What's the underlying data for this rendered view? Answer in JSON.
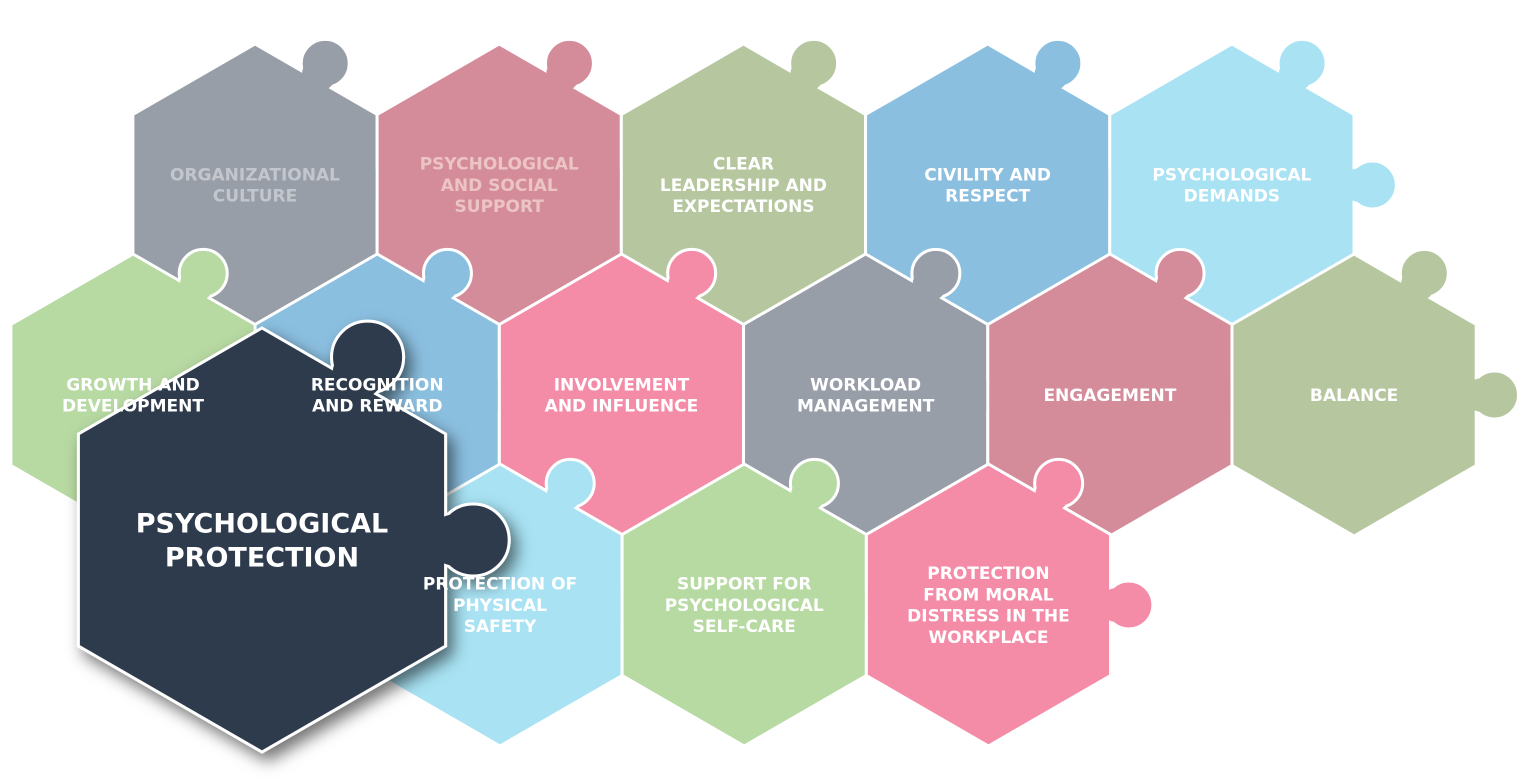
{
  "colors": {
    "gray": "#979ea8",
    "rose": "#d48c9b",
    "olive": "#b6c79f",
    "blue": "#8bbfe0",
    "cyan": "#a8e2f3",
    "green": "#b7d9a2",
    "pink": "#f48ca8",
    "dark": "#2e3b4e",
    "outline": "#ffffff"
  },
  "pieces": [
    {
      "id": "organizational-culture",
      "row": 0,
      "col": 0,
      "color": "gray",
      "text_color": "#c3c7cd",
      "lines": [
        "ORGANIZATIONAL",
        "CULTURE"
      ]
    },
    {
      "id": "psychological-and-social-support",
      "row": 0,
      "col": 1,
      "color": "rose",
      "text_color": "#ecc4c4",
      "lines": [
        "PSYCHOLOGICAL",
        "AND SOCIAL",
        "SUPPORT"
      ]
    },
    {
      "id": "clear-leadership-and-expectations",
      "row": 0,
      "col": 2,
      "color": "olive",
      "text_color": "#ffffff",
      "lines": [
        "CLEAR",
        "LEADERSHIP AND",
        "EXPECTATIONS"
      ]
    },
    {
      "id": "civility-and-respect",
      "row": 0,
      "col": 3,
      "color": "blue",
      "text_color": "#ffffff",
      "lines": [
        "CIVILITY AND",
        "RESPECT"
      ]
    },
    {
      "id": "psychological-demands",
      "row": 0,
      "col": 4,
      "color": "cyan",
      "text_color": "#ffffff",
      "lines": [
        "PSYCHOLOGICAL",
        "DEMANDS"
      ]
    },
    {
      "id": "growth-and-development",
      "row": 1,
      "col": 0,
      "color": "green",
      "text_color": "#ffffff",
      "lines": [
        "GROWTH AND",
        "DEVELOPMENT"
      ]
    },
    {
      "id": "recognition-and-reward",
      "row": 1,
      "col": 1,
      "color": "blue",
      "text_color": "#ffffff",
      "lines": [
        "RECOGNITION",
        "AND REWARD"
      ]
    },
    {
      "id": "involvement-and-influence",
      "row": 1,
      "col": 2,
      "color": "pink",
      "text_color": "#ffffff",
      "lines": [
        "INVOLVEMENT",
        "AND INFLUENCE"
      ]
    },
    {
      "id": "workload-management",
      "row": 1,
      "col": 3,
      "color": "gray",
      "text_color": "#ffffff",
      "lines": [
        "WORKLOAD",
        "MANAGEMENT"
      ]
    },
    {
      "id": "engagement",
      "row": 1,
      "col": 4,
      "color": "rose",
      "text_color": "#ffffff",
      "lines": [
        "ENGAGEMENT"
      ]
    },
    {
      "id": "balance",
      "row": 1,
      "col": 5,
      "color": "olive",
      "text_color": "#ffffff",
      "lines": [
        "BALANCE"
      ]
    },
    {
      "id": "protection-of-physical-safety",
      "row": 2,
      "col": 0,
      "color": "cyan",
      "text_color": "#ffffff",
      "lines": [
        "PROTECTION OF",
        "PHYSICAL",
        "SAFETY"
      ]
    },
    {
      "id": "support-for-psychological-self-care",
      "row": 2,
      "col": 1,
      "color": "green",
      "text_color": "#ffffff",
      "lines": [
        "SUPPORT FOR",
        "PSYCHOLOGICAL",
        "SELF-CARE"
      ]
    },
    {
      "id": "protection-from-moral-distress",
      "row": 2,
      "col": 2,
      "color": "pink",
      "text_color": "#ffffff",
      "lines": [
        "PROTECTION",
        "FROM MORAL",
        "DISTRESS IN THE",
        "WORKPLACE"
      ]
    }
  ],
  "highlight": {
    "id": "psychological-protection",
    "color": "dark",
    "text_color": "#ffffff",
    "lines": [
      "PSYCHOLOGICAL",
      "PROTECTION"
    ]
  }
}
